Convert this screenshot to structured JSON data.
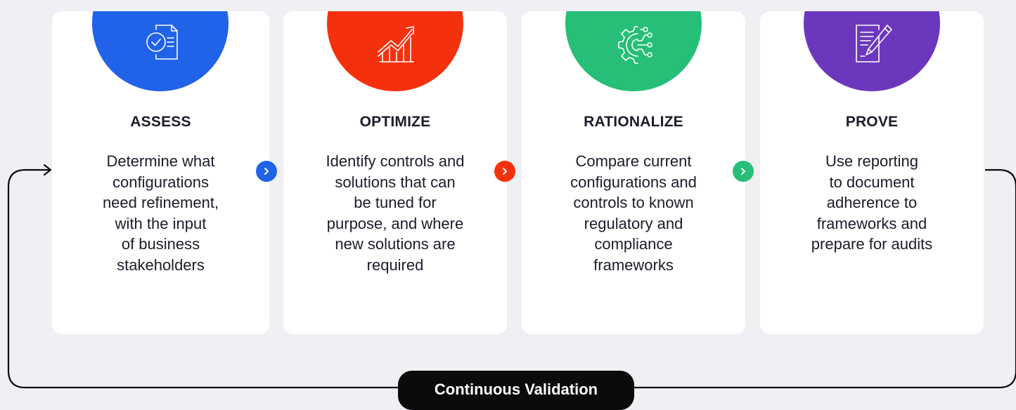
{
  "colors": {
    "assess": "#2163e8",
    "optimize": "#f5310d",
    "rationalize": "#27be77",
    "prove": "#6b38bd"
  },
  "steps": [
    {
      "title": "ASSESS",
      "description": "Determine what\nconfigurations\nneed refinement,\nwith the input\nof business\nstakeholders",
      "icon": "document-check-icon"
    },
    {
      "title": "OPTIMIZE",
      "description": "Identify controls and\nsolutions that can\nbe tuned for\npurpose, and where\nnew solutions are\nrequired",
      "icon": "growth-chart-icon"
    },
    {
      "title": "RATIONALIZE",
      "description": "Compare current\nconfigurations and\ncontrols to known\nregulatory and\ncompliance\nframeworks",
      "icon": "gear-circuit-icon"
    },
    {
      "title": "PROVE",
      "description": "Use reporting\nto document\nadherence to\nframeworks and\nprepare for audits",
      "icon": "document-pen-icon"
    }
  ],
  "loop_label": "Continuous Validation"
}
